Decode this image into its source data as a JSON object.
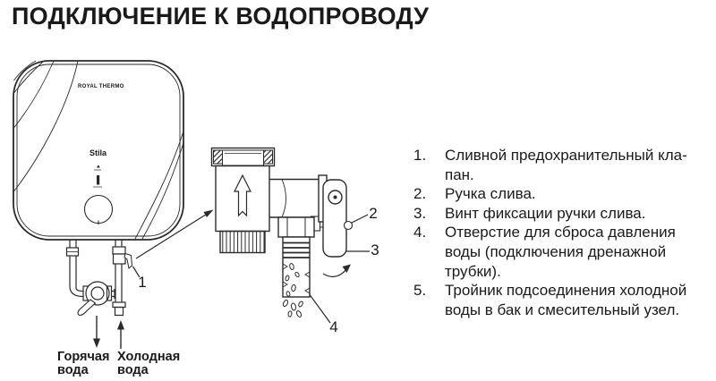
{
  "title": "ПОДКЛЮЧЕНИЕ К ВОДОПРОВОДУ",
  "heater": {
    "brand": "ROYAL THERMO",
    "model": "Stila"
  },
  "diagram": {
    "callouts": {
      "c1": "1",
      "c2": "2",
      "c3": "3",
      "c4": "4"
    },
    "hot_water_label": "Горячая\nвода",
    "cold_water_label": "Холодная\nвода"
  },
  "legend": {
    "items": [
      {
        "num": "1.",
        "text": "Сливной предохранительный кла-\nпан."
      },
      {
        "num": "2.",
        "text": "Ручка слива."
      },
      {
        "num": "3.",
        "text": "Винт фиксации ручки слива."
      },
      {
        "num": "4.",
        "text": "Отверстие для сброса давления\nводы (подключения дренажной\nтрубки)."
      },
      {
        "num": "5.",
        "text": "Тройник подсоединения холодной\nводы в бак и смесительный узел."
      }
    ]
  },
  "colors": {
    "background": "#ffffff",
    "ink": "#1a1a1a",
    "line": "#2a2a2a"
  }
}
